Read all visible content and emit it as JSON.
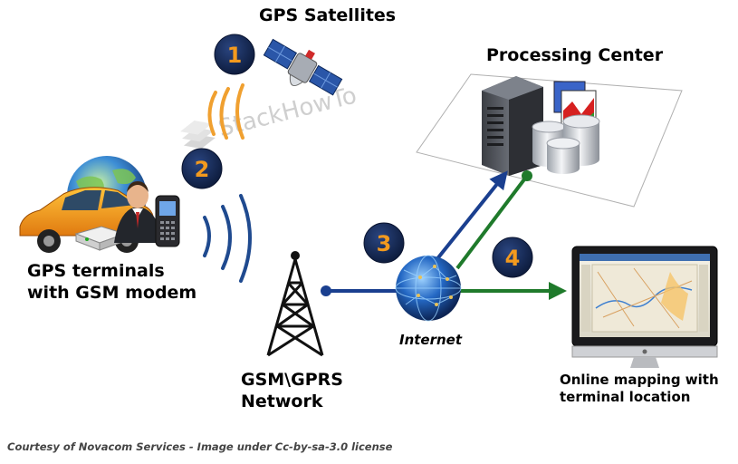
{
  "labels": {
    "gps_satellites": "GPS Satellites",
    "processing_center": "Processing Center",
    "gps_terminals": [
      "GPS terminals",
      "with GSM modem"
    ],
    "gsm_network": [
      "GSM\\GPRS",
      "Network"
    ],
    "internet": "Internet",
    "online_mapping": [
      "Online mapping with",
      "terminal location"
    ],
    "credit": "Courtesy of Novacom Services - Image under Cc-by-sa-3.0 license"
  },
  "steps": [
    "1",
    "2",
    "3",
    "4"
  ],
  "watermark": "StackHowTo",
  "colors": {
    "badge_fill": "#14264e",
    "badge_text": "#f39a1e",
    "blue_line": "#1a3f8f",
    "green_line": "#1f7a2b",
    "signal_orange": "#f0a030",
    "signal_blue": "#1f4a8f"
  },
  "icons": [
    "satellite-icon",
    "server-icon",
    "database-icon",
    "car-icon",
    "person-icon",
    "phone-icon",
    "globe-icon",
    "tower-icon",
    "monitor-icon",
    "map-icon"
  ]
}
